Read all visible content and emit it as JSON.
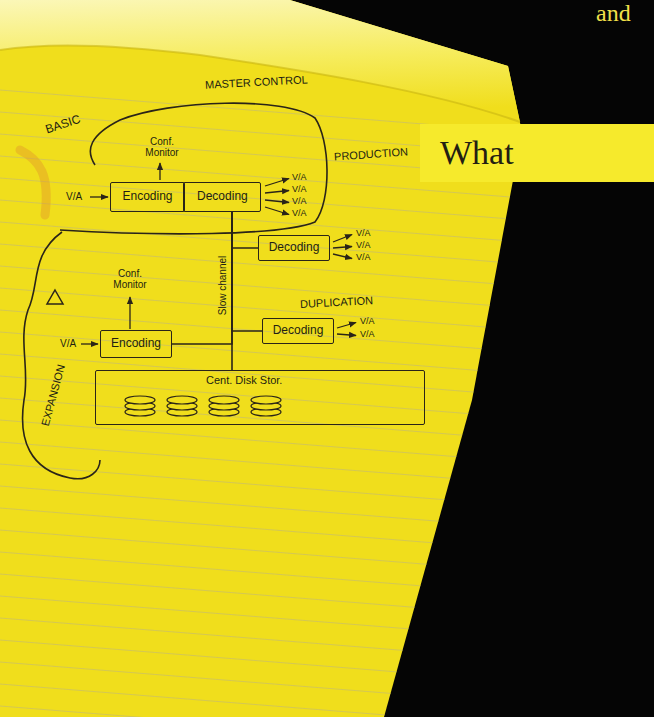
{
  "diagram": {
    "nodes": [
      {
        "text": [
          "Encoding"
        ]
      },
      {
        "text": [
          "Decoding"
        ]
      },
      {
        "text": [
          "What"
        ]
      },
      {
        "text": [
          "Decoding"
        ]
      },
      {
        "text": [
          "Decoding"
        ]
      },
      {
        "text": [
          "Encoding"
        ]
      },
      {
        "text": [
          "Cent. Disk Stor."
        ]
      }
    ],
    "edges": [
      {
        "from": 1,
        "to": 3,
        "arrow": "none"
      },
      {
        "from": 1,
        "to": 4,
        "arrow": "none"
      },
      {
        "from": 1,
        "to": 5,
        "arrow": "none"
      },
      {
        "from": 1,
        "to": 6,
        "label": "Slow channel",
        "arrow": "none"
      }
    ],
    "labels": [
      "MASTER CONTROL",
      "BASIC",
      "Conf. Monitor",
      "V/A",
      "V/A",
      "V/A",
      "V/A",
      "V/A",
      "PRODUCTION",
      "V/A",
      "V/A",
      "V/A",
      "DUPLICATION",
      "V/A",
      "V/A",
      "Conf. Monitor",
      "EXPANSION",
      "V/A",
      "and"
    ]
  }
}
